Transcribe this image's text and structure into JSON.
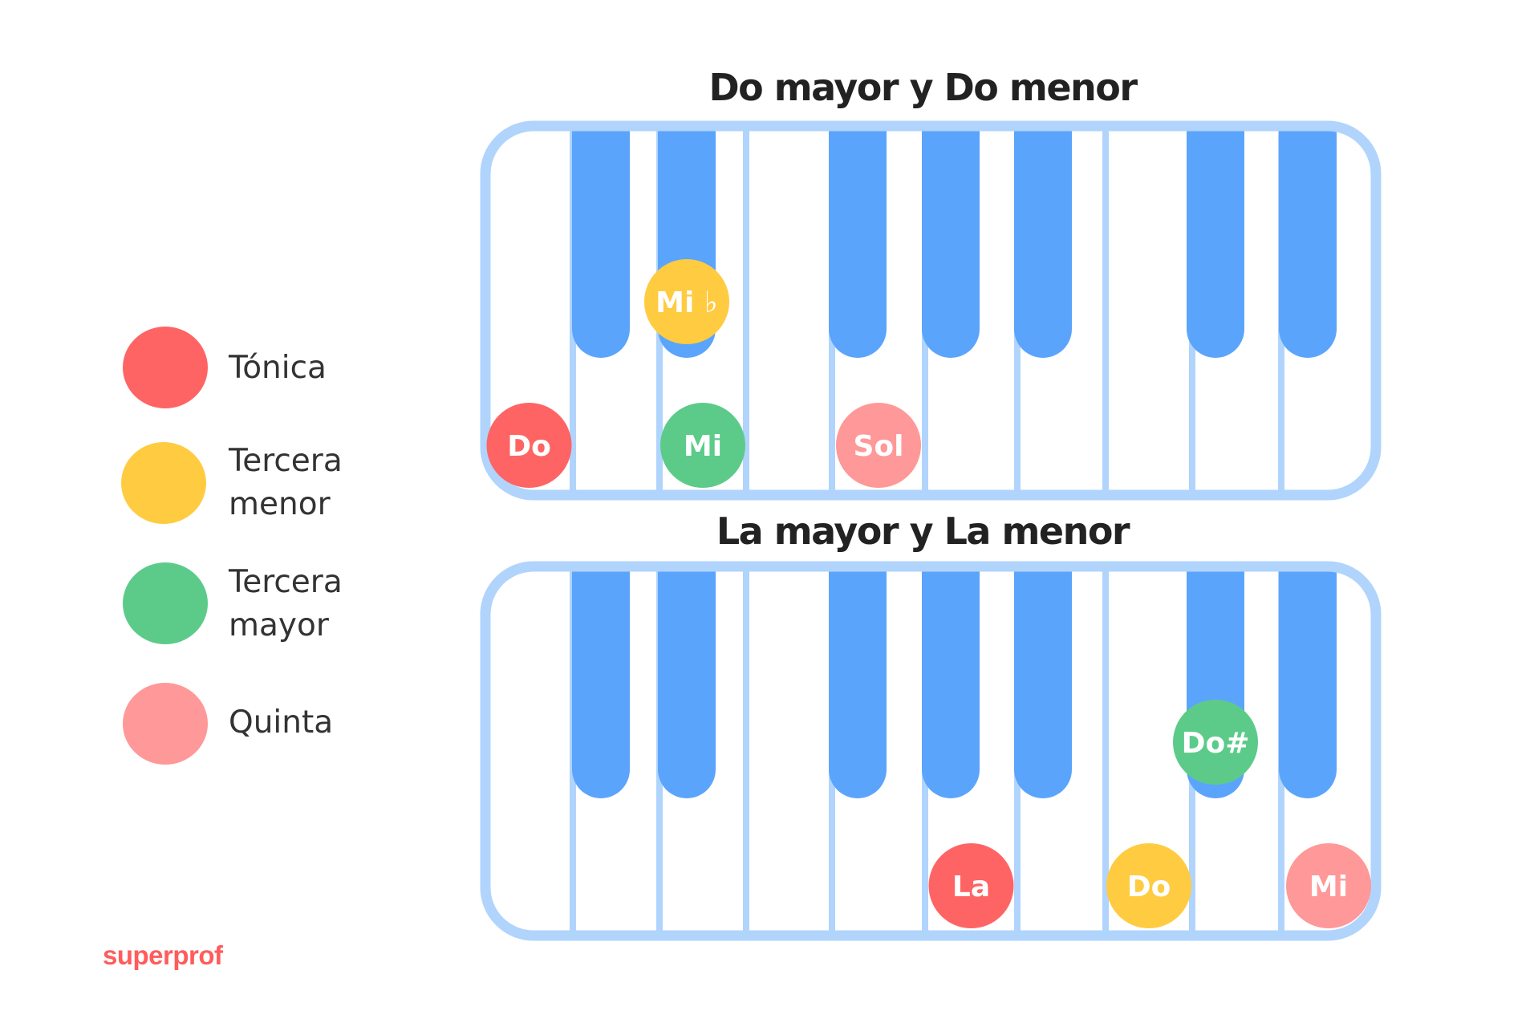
{
  "colors": {
    "tonica": "#ff6464",
    "tercera_menor": "#ffcb40",
    "tercera_mayor": "#5ccb8a",
    "quinta": "#ff9898",
    "black_key": "#5ba4fc",
    "frame": "#b0d4fc"
  },
  "legend": [
    {
      "label": "Tónica",
      "color": "#ff6464"
    },
    {
      "label": "Tercera\nmenor",
      "color": "#ffcb40"
    },
    {
      "label": "Tercera\nmayor",
      "color": "#5ccb8a"
    },
    {
      "label": "Quinta",
      "color": "#ff9898"
    }
  ],
  "brand": "superprof",
  "keyboards": [
    {
      "title": "Do mayor y Do menor",
      "notes": [
        {
          "label": "Do",
          "role": "tonica",
          "key": "white-1"
        },
        {
          "label": "Mi ♭",
          "role": "tercera_menor",
          "key": "black-2"
        },
        {
          "label": "Mi",
          "role": "tercera_mayor",
          "key": "white-3"
        },
        {
          "label": "Sol",
          "role": "quinta",
          "key": "white-5"
        }
      ]
    },
    {
      "title": "La mayor y La menor",
      "notes": [
        {
          "label": "La",
          "role": "tonica",
          "key": "white-6"
        },
        {
          "label": "Do#",
          "role": "tercera_mayor",
          "key": "black-6"
        },
        {
          "label": "Do",
          "role": "tercera_menor",
          "key": "white-8"
        },
        {
          "label": "Mi",
          "role": "quinta",
          "key": "white-10"
        }
      ]
    }
  ]
}
